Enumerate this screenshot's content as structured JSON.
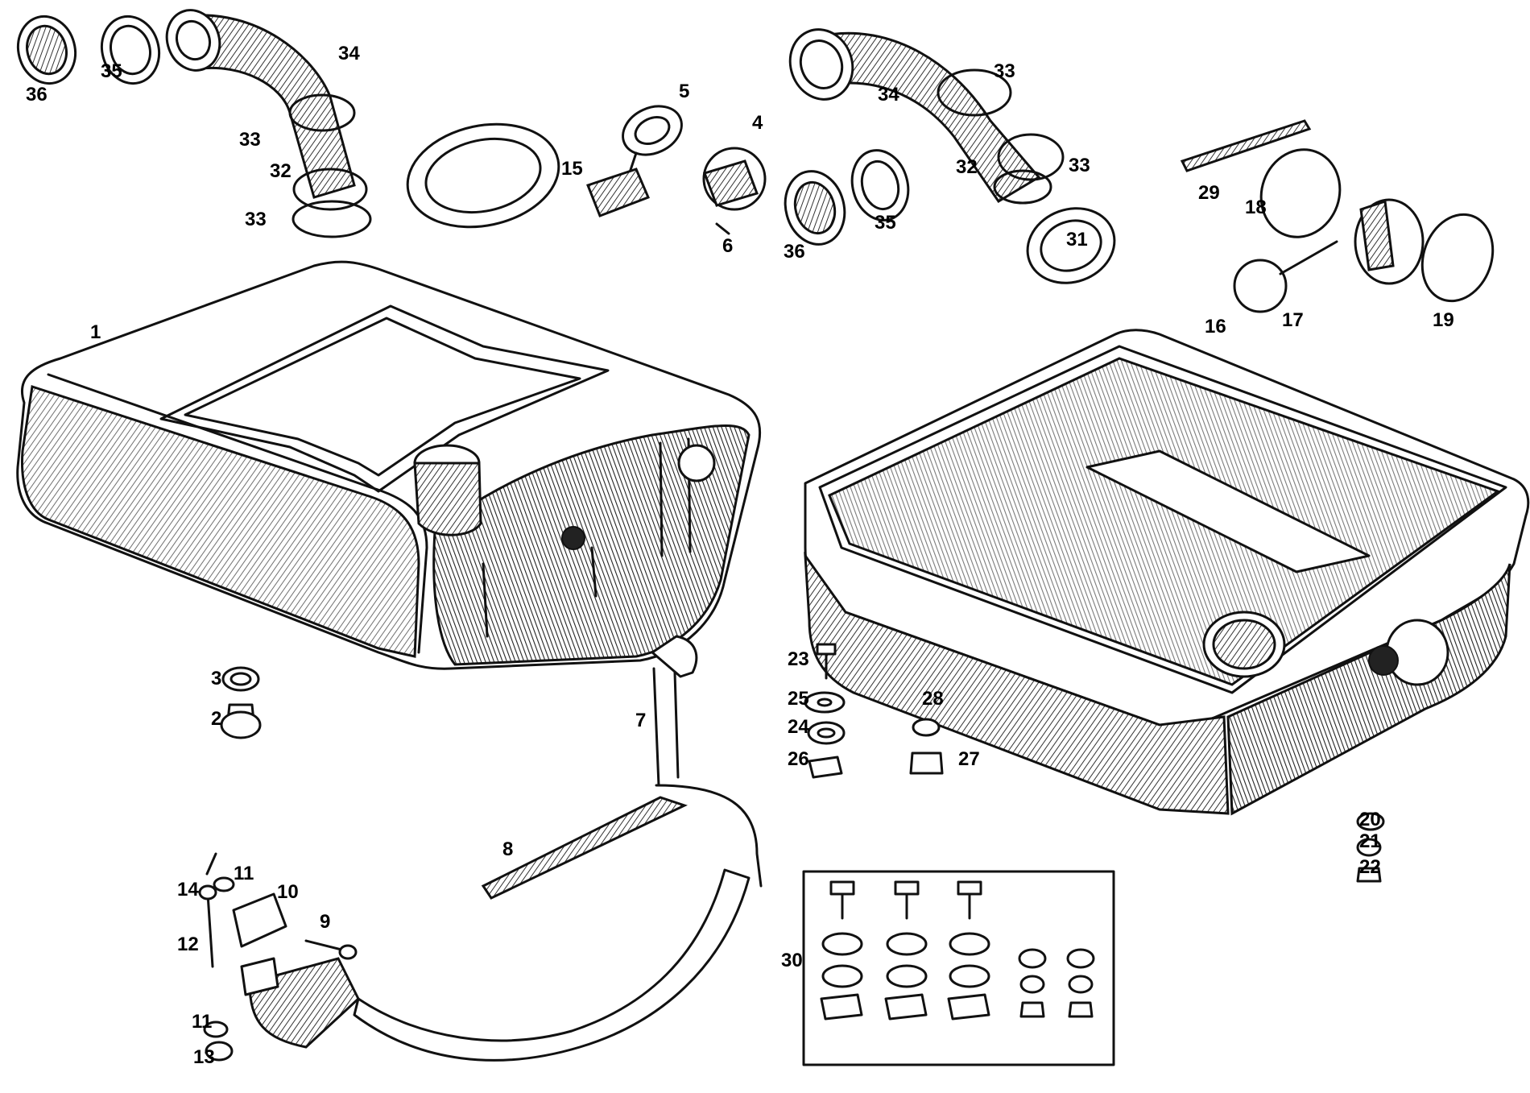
{
  "diagram": {
    "labels": [
      "1",
      "2",
      "3",
      "4",
      "5",
      "6",
      "7",
      "8",
      "9",
      "10",
      "11",
      "11",
      "12",
      "13",
      "14",
      "15",
      "16",
      "17",
      "18",
      "19",
      "20",
      "21",
      "22",
      "23",
      "24",
      "25",
      "26",
      "27",
      "28",
      "29",
      "30",
      "31",
      "32",
      "32",
      "33",
      "33",
      "33",
      "33",
      "34",
      "34",
      "35",
      "35",
      "36",
      "36"
    ]
  },
  "colors": {
    "ink": "#111111",
    "paper": "#ffffff"
  }
}
